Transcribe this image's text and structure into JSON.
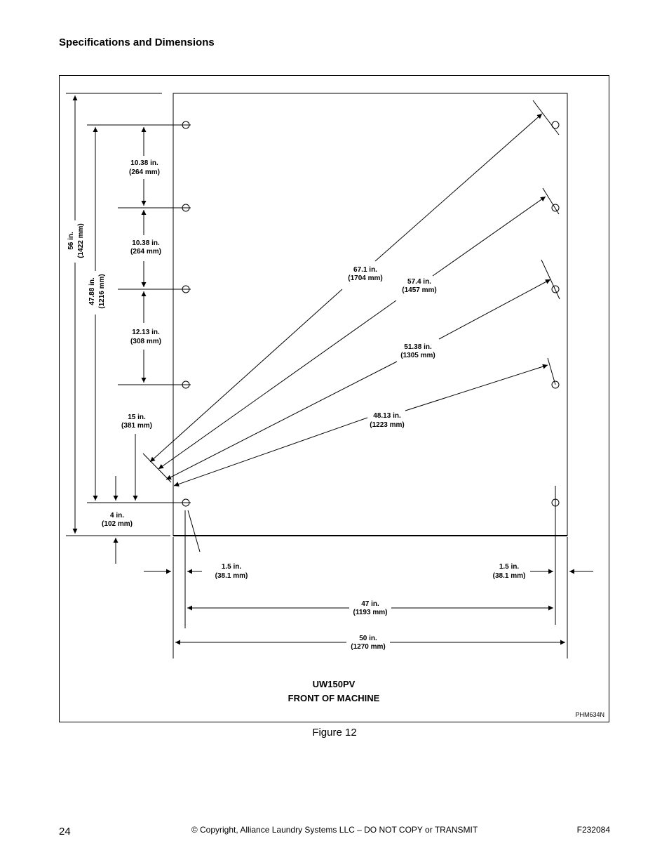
{
  "header": {
    "section_title": "Specifications and Dimensions"
  },
  "figure": {
    "model": "UW150PV",
    "view": "FRONT OF MACHINE",
    "ref_code": "PHM634N",
    "caption": "Figure 12",
    "dimensions": {
      "overall_height": [
        "56 in.",
        "(1422 mm)"
      ],
      "bolt_span_height": [
        "47.88 in.",
        "(1216 mm)"
      ],
      "spacing_1": [
        "10.38 in.",
        "(264 mm)"
      ],
      "spacing_2": [
        "10.38 in.",
        "(264 mm)"
      ],
      "spacing_3": [
        "12.13 in.",
        "(308 mm)"
      ],
      "spacing_4": [
        "15 in.",
        "(381 mm)"
      ],
      "bottom_offset": [
        "4 in.",
        "(102 mm)"
      ],
      "diag_1": [
        "67.1 in.",
        "(1704 mm)"
      ],
      "diag_2": [
        "57.4 in.",
        "(1457 mm)"
      ],
      "diag_3": [
        "51.38 in.",
        "(1305 mm)"
      ],
      "diag_4": [
        "48.13 in.",
        "(1223 mm)"
      ],
      "side_offset_left": [
        "1.5 in.",
        "(38.1 mm)"
      ],
      "side_offset_right": [
        "1.5 in.",
        "(38.1 mm)"
      ],
      "bolt_span_width": [
        "47 in.",
        "(1193 mm)"
      ],
      "overall_width": [
        "50 in.",
        "(1270 mm)"
      ]
    }
  },
  "footer": {
    "page_number": "24",
    "copyright": "© Copyright, Alliance Laundry Systems LLC – DO NOT COPY or TRANSMIT",
    "doc_number": "F232084"
  }
}
